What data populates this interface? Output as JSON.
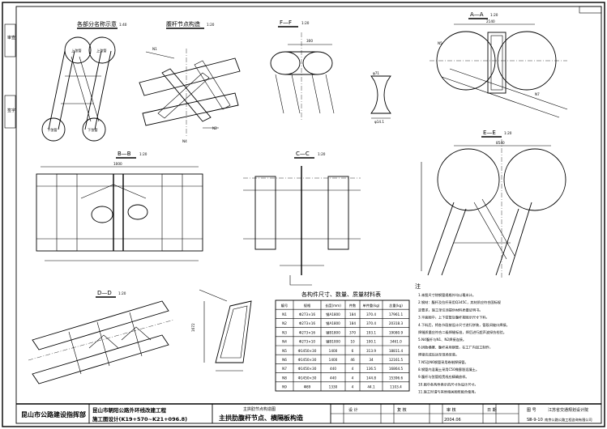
{
  "side_labels": [
    "审查",
    "签字"
  ],
  "views": {
    "layout_title": "各部分名称示意",
    "layout_scale": "1:40",
    "node_title": "腹杆节点构造",
    "node_scale": "1:20",
    "ff_title": "F—F",
    "ff_scale": "1:20",
    "aa_title": "A—A",
    "aa_scale": "1:20",
    "bb_title": "B—B",
    "bb_scale": "1:20",
    "cc_title": "C—C",
    "cc_scale": "1:20",
    "ee_title": "E—E",
    "ee_scale": "1:20",
    "dd_title": "D—D",
    "dd_scale": "1:20",
    "tube_upper_left": "上弦管",
    "tube_upper_right": "上弦管",
    "tube_lower_left": "下弦管",
    "tube_lower_right": "下弦管",
    "bb_dim": "1000",
    "ee_dim": "8540",
    "aa_dim": "2140",
    "ff_dim": "300"
  },
  "table": {
    "title": "各构件尺寸、数量、质量材料表",
    "columns": [
      "编号",
      "规格",
      "长度(mm)",
      "件数",
      "单件重(kg)",
      "总重(kg)"
    ],
    "rows": [
      [
        "N1",
        "Φ273×16",
        "钢A1800",
        "184",
        "370.4",
        "17961.1"
      ],
      [
        "N2",
        "Φ273×16",
        "钢A1800",
        "184",
        "370.4",
        "20318.3"
      ],
      [
        "N3",
        "Φ273×16",
        "钢B1800",
        "370",
        "193.1",
        "19080.9"
      ],
      [
        "N4",
        "Φ273×10",
        "钢B1000",
        "10",
        "100.1",
        "3461.0"
      ],
      [
        "N5",
        "Φ1450×30",
        "1400",
        "6",
        "313.9",
        "18811.4"
      ],
      [
        "N6",
        "Φ1450×30",
        "1400",
        "46",
        "34",
        "12161.5"
      ],
      [
        "N7",
        "Φ1450×30",
        "440",
        "4",
        "136.5",
        "16864.5"
      ],
      [
        "N8",
        "Φ1450×30",
        "440",
        "4",
        "144.8",
        "15396.6"
      ],
      [
        "N9",
        "Φ89",
        "1330",
        "4",
        "44.1",
        "1103.4"
      ]
    ]
  },
  "notes": {
    "heading": "注",
    "lines": [
      "1.本图尺寸除钢管规格外均以毫米计。",
      "2.钢材：腹杆及拉杆采用Q345C，其材质应符合国标规",
      "  定要求，施工单位须提供材料质量证明书。",
      "3.平面图中，上下弦管及腹杆按图示尺寸下料。",
      "4.下料后，将各节段按设计尺寸进行拼装，管段间坡口焊接。",
      "  焊缝质量应符合二级焊缝标准，焊后进行超声波探伤检验。",
      "5.N4腹杆与N1、N2焊接连接。",
      "6.拱肋横撑、腹杆采用钢管，在工厂内加工制作，",
      "  焊接完成后运至现场安装。",
      "7.N5及N6钢管采用卷制焊接管。",
      "8.钢管内混凝土采用C50微膨胀混凝土。",
      "9.腹杆与弦管相贯线应精确放样。",
      "10.图中各构件表示的尺寸为设计尺寸。",
      "11.施工时请与其他相关图纸配合使用。"
    ]
  },
  "title_block": {
    "company": "昆山市公路建设指挥部",
    "project_line1": "昆山市朝阳公路外环线改建工程",
    "project_line2": "施工图设计(K19+570~K21+096.8)",
    "drawing_title_top": "主拱肋节点构造图",
    "drawing_title": "主拱肋腹杆节点、横隔板构造",
    "design_label": "设 计",
    "review_label": "复 核",
    "check_label": "审 核",
    "date_label": "日 期",
    "date_value": "2004.06",
    "sheet_label": "图 号",
    "sheet_value": "SⅢ-9-10",
    "designer_company_1": "江苏省交通规划设计院",
    "designer_company_2": "南京公路公路工程咨询有限公司"
  }
}
